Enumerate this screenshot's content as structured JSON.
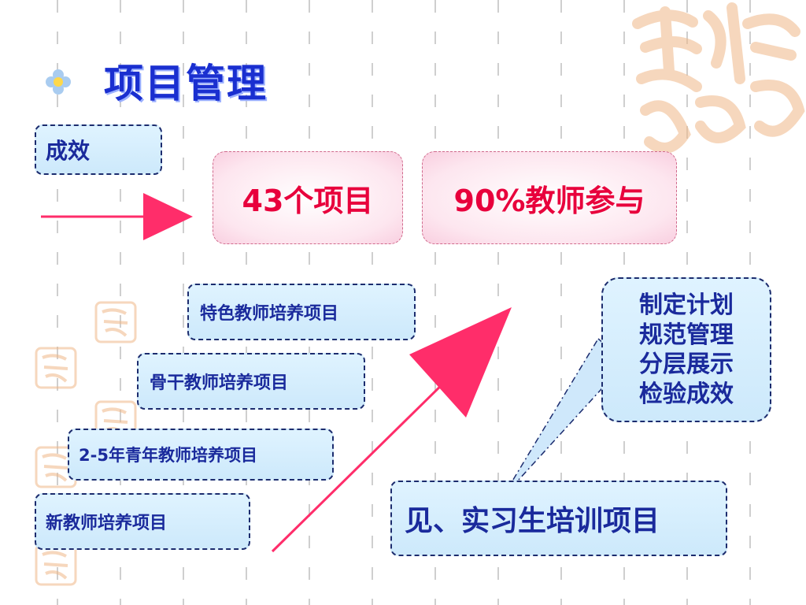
{
  "slide": {
    "title": "项目管理",
    "outcome_label": "成效",
    "stat_projects": "43个项目",
    "stat_teachers": "90%教师参与",
    "projects": [
      "特色教师培养项目",
      "骨干教师培养项目",
      "2-5年青年教师培养项目",
      "新教师培养项目"
    ],
    "intern_project": "见、实习生培训项目",
    "callout_lines": [
      "制定计划",
      "规范管理",
      "分层展示",
      "检验成效"
    ]
  },
  "colors": {
    "title": "#1a2fd0",
    "accent_pink": "#e8003c",
    "box_fill": "#d6eefc",
    "arrow": "#ff2d6a"
  },
  "icons": [
    "flower-bullet-icon",
    "auspicious-seal-icon"
  ]
}
